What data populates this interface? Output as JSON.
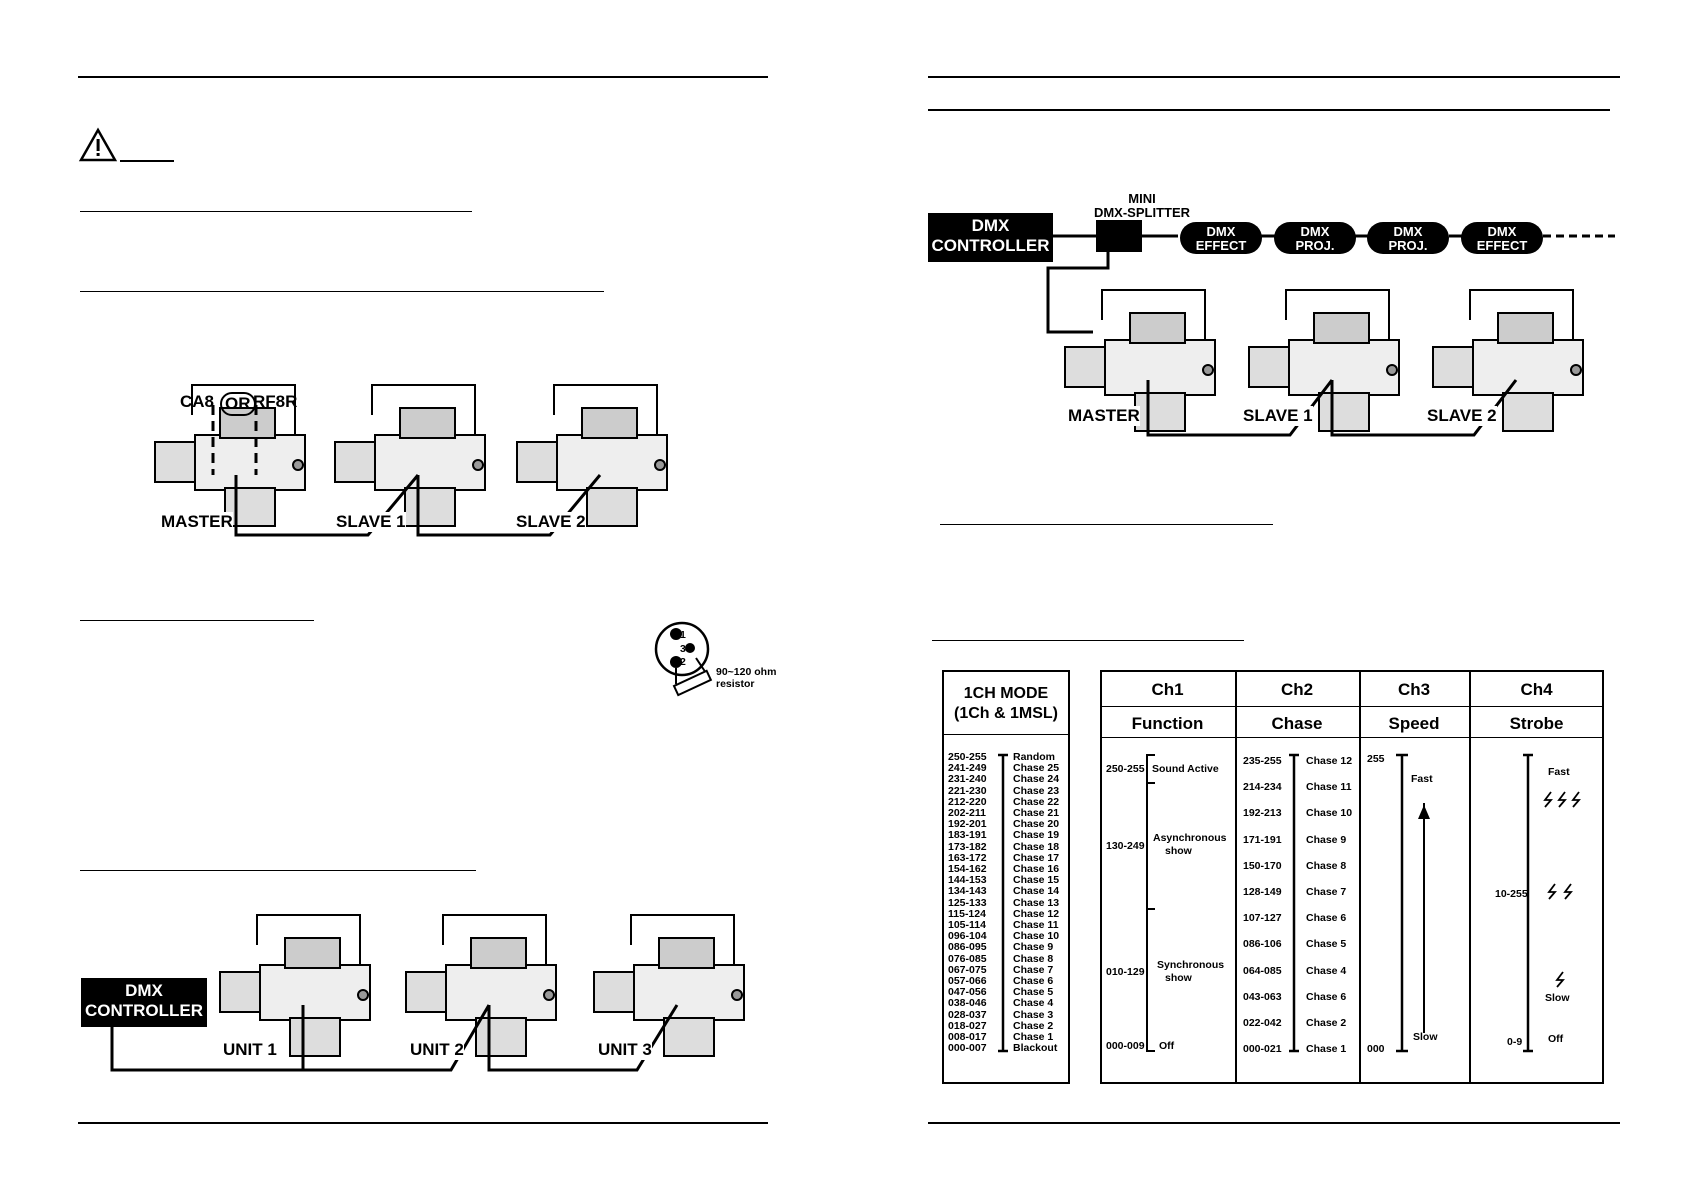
{
  "left_page": {
    "warning_icon": "warning-triangle-icon",
    "diagram1": {
      "option1": "CA8",
      "option_or": "OR",
      "option2": "RF8R",
      "master": "MASTER",
      "slave1": "SLAVE 1",
      "slave2": "SLAVE 2"
    },
    "xlr": {
      "pin1": "1",
      "pin3": "3",
      "pin2": "2",
      "resistor_line1": "90~120 ohm",
      "resistor_line2": "resistor"
    },
    "diagram2": {
      "controller_line1": "DMX",
      "controller_line2": "CONTROLLER",
      "unit1": "UNIT 1",
      "unit2": "UNIT 2",
      "unit3": "UNIT 3"
    }
  },
  "right_page": {
    "diagram3": {
      "splitter_line1": "MINI",
      "splitter_line2": "DMX-SPLITTER",
      "controller_line1": "DMX",
      "controller_line2": "CONTROLLER",
      "devices": [
        {
          "l1": "DMX",
          "l2": "EFFECT"
        },
        {
          "l1": "DMX",
          "l2": "PROJ."
        },
        {
          "l1": "DMX",
          "l2": "PROJ."
        },
        {
          "l1": "DMX",
          "l2": "EFFECT"
        }
      ],
      "master": "MASTER",
      "slave1": "SLAVE 1",
      "slave2": "SLAVE 2"
    },
    "mode_box": {
      "title_line1": "1CH MODE",
      "title_line2": "(1Ch & 1MSL)",
      "rows": [
        {
          "range": "250-255",
          "name": "Random"
        },
        {
          "range": "241-249",
          "name": "Chase 25"
        },
        {
          "range": "231-240",
          "name": "Chase 24"
        },
        {
          "range": "221-230",
          "name": "Chase 23"
        },
        {
          "range": "212-220",
          "name": "Chase 22"
        },
        {
          "range": "202-211",
          "name": "Chase 21"
        },
        {
          "range": "192-201",
          "name": "Chase 20"
        },
        {
          "range": "183-191",
          "name": "Chase 19"
        },
        {
          "range": "173-182",
          "name": "Chase 18"
        },
        {
          "range": "163-172",
          "name": "Chase 17"
        },
        {
          "range": "154-162",
          "name": "Chase 16"
        },
        {
          "range": "144-153",
          "name": "Chase 15"
        },
        {
          "range": "134-143",
          "name": "Chase 14"
        },
        {
          "range": "125-133",
          "name": "Chase 13"
        },
        {
          "range": "115-124",
          "name": "Chase 12"
        },
        {
          "range": "105-114",
          "name": "Chase 11"
        },
        {
          "range": "096-104",
          "name": "Chase 10"
        },
        {
          "range": "086-095",
          "name": "Chase 9"
        },
        {
          "range": "076-085",
          "name": "Chase 8"
        },
        {
          "range": "067-075",
          "name": "Chase 7"
        },
        {
          "range": "057-066",
          "name": "Chase 6"
        },
        {
          "range": "047-056",
          "name": "Chase 5"
        },
        {
          "range": "038-046",
          "name": "Chase 4"
        },
        {
          "range": "028-037",
          "name": "Chase 3"
        },
        {
          "range": "018-027",
          "name": "Chase 2"
        },
        {
          "range": "008-017",
          "name": "Chase 1"
        },
        {
          "range": "000-007",
          "name": "Blackout"
        }
      ]
    },
    "channels": {
      "ch1": {
        "title": "Ch1",
        "sub": "Function",
        "items": [
          {
            "range": "250-255",
            "text": "Sound Active"
          },
          {
            "range": "130-249",
            "text1": "Asynchronous",
            "text2": "show"
          },
          {
            "range": "010-129",
            "text1": "Synchronous",
            "text2": "show"
          },
          {
            "range": "000-009",
            "text": "Off"
          }
        ]
      },
      "ch2": {
        "title": "Ch2",
        "sub": "Chase",
        "rows": [
          {
            "range": "235-255",
            "name": "Chase 12"
          },
          {
            "range": "214-234",
            "name": "Chase 11"
          },
          {
            "range": "192-213",
            "name": "Chase 10"
          },
          {
            "range": "171-191",
            "name": "Chase 9"
          },
          {
            "range": "150-170",
            "name": "Chase 8"
          },
          {
            "range": "128-149",
            "name": "Chase 7"
          },
          {
            "range": "107-127",
            "name": "Chase 6"
          },
          {
            "range": "086-106",
            "name": "Chase 5"
          },
          {
            "range": "064-085",
            "name": "Chase 4"
          },
          {
            "range": "043-063",
            "name": "Chase 6"
          },
          {
            "range": "022-042",
            "name": "Chase 2"
          },
          {
            "range": "000-021",
            "name": "Chase 1"
          }
        ]
      },
      "ch3": {
        "title": "Ch3",
        "sub": "Speed",
        "top": "255",
        "fast": "Fast",
        "slow": "Slow",
        "bottom": "000"
      },
      "ch4": {
        "title": "Ch4",
        "sub": "Strobe",
        "fast": "Fast",
        "range_mid": "10-255",
        "slow": "Slow",
        "range_low": "0-9",
        "off": "Off"
      }
    }
  }
}
